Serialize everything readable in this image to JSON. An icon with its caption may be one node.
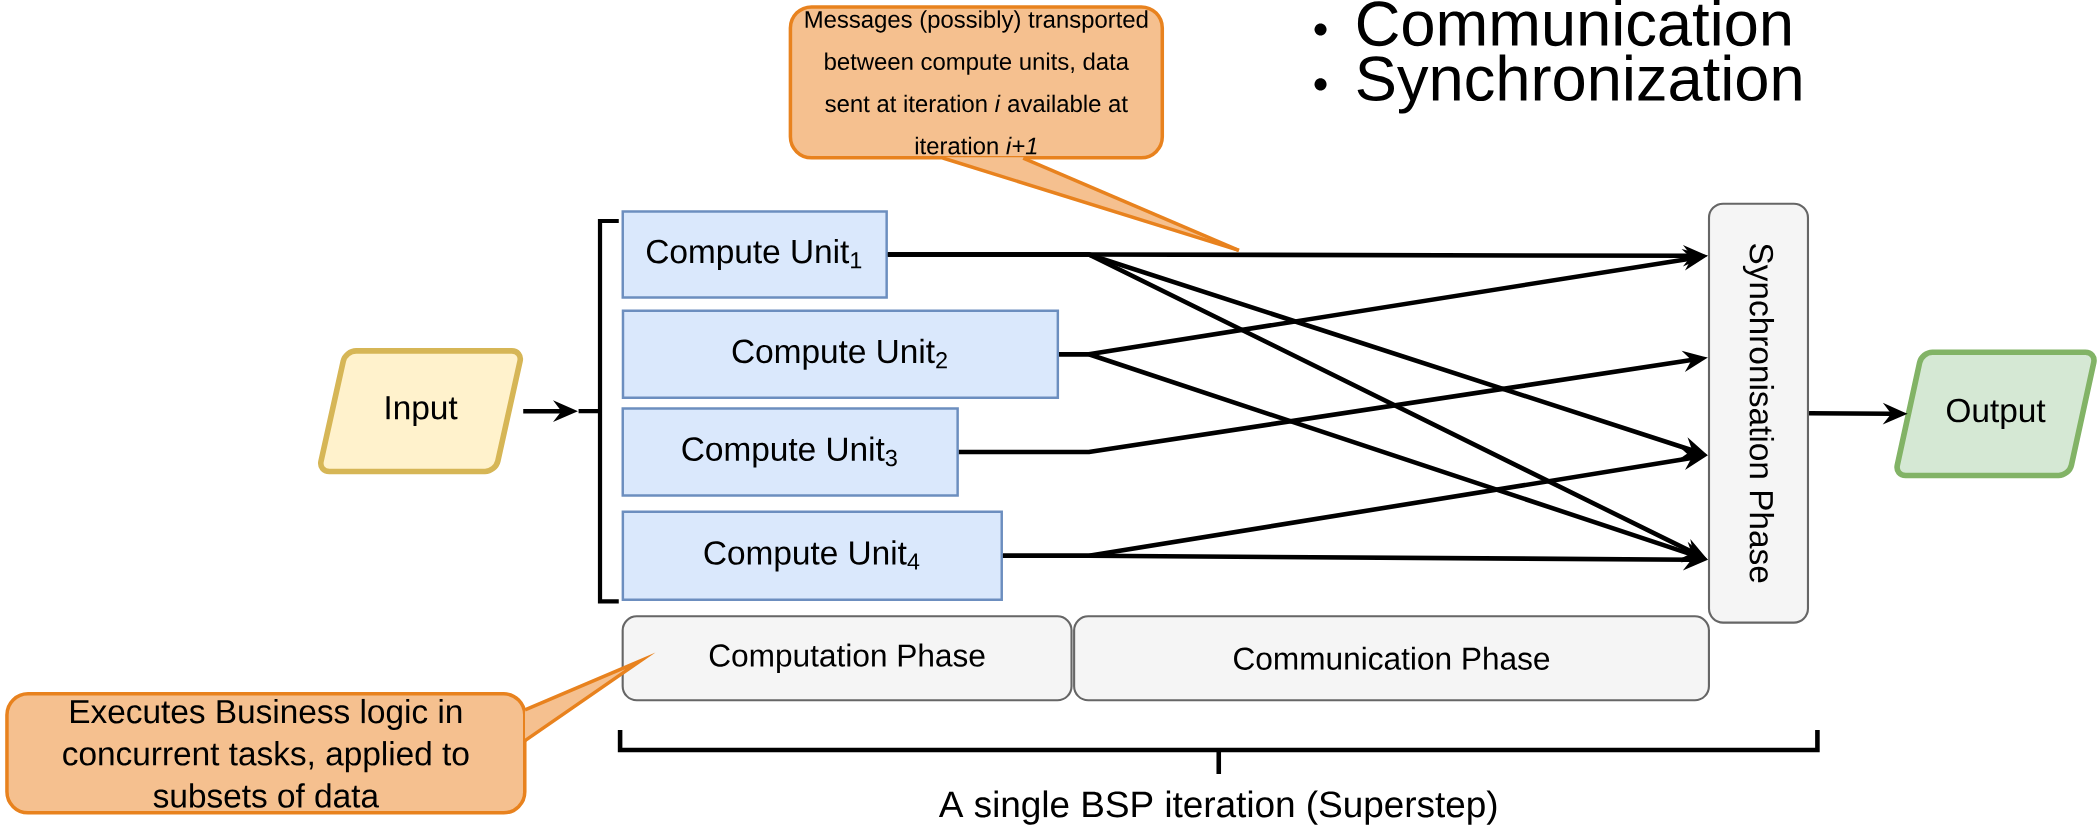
{
  "diagram": {
    "nodes": [
      {
        "text": [
          "Messages (possibly) transported between compute units, data sent at iteration *i* available at iteration *i+1*"
        ]
      },
      {
        "text": [
          "Input"
        ]
      },
      {
        "text": [],
        "shape": "bracket"
      },
      {
        "text": [
          "Compute Unit$_{1}$"
        ]
      },
      {
        "text": [
          "Compute Unit$_{2}$"
        ]
      },
      {
        "text": [
          "Compute Unit$_{3}$"
        ]
      },
      {
        "text": [
          "Compute Unit$_{4}$"
        ]
      },
      {
        "text": [
          "Synchronisation Phase"
        ]
      },
      {
        "text": [
          "Output"
        ]
      },
      {
        "text": [
          "Computation Phase"
        ]
      },
      {
        "text": [
          "Communication Phase"
        ]
      },
      {
        "text": [
          "Executes Business logic in concurrent tasks, applied to subsets of data"
        ]
      }
    ],
    "edges": [
      {
        "from": 1,
        "to": 2,
        "arrow": "to"
      },
      {
        "from": 3,
        "to": 7,
        "arrow": "to"
      },
      {
        "from": 3,
        "to": 7,
        "arrow": "to"
      },
      {
        "from": 3,
        "to": 7,
        "arrow": "to"
      },
      {
        "from": 4,
        "to": 7,
        "arrow": "to"
      },
      {
        "from": 4,
        "to": 7,
        "arrow": "to"
      },
      {
        "from": 5,
        "to": 7,
        "arrow": "to"
      },
      {
        "from": 6,
        "to": 7,
        "arrow": "to"
      },
      {
        "from": 6,
        "to": 7,
        "arrow": "to"
      },
      {
        "from": 7,
        "to": 8,
        "arrow": "to"
      },
      {
        "from": 0,
        "to": null,
        "arrow": "none",
        "color": "#e8821e"
      },
      {
        "from": 11,
        "to": 9,
        "arrow": "none",
        "color": "#e8821e"
      }
    ],
    "labels": [
      "Communication",
      "Synchronization",
      "A single BSP iteration (Superstep)"
    ]
  }
}
